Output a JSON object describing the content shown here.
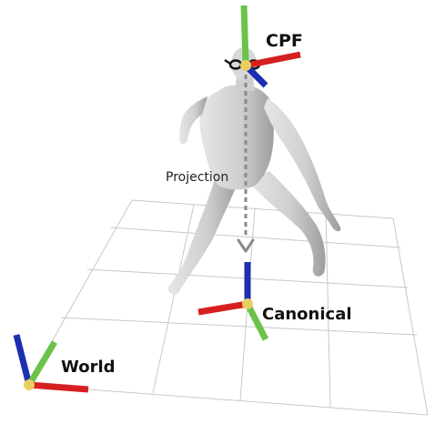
{
  "labels": {
    "cpf": "CPF",
    "projection": "Projection",
    "canonical": "Canonical",
    "world": "World"
  },
  "colors": {
    "axis_x": "#d62020",
    "axis_y": "#6cc24a",
    "axis_z": "#1c2fb0",
    "origin": "#e8d060",
    "grid": "#c8c8c8",
    "body": "#d3d3d3",
    "body_shadow": "#a9a9a9",
    "projection_arrow": "#8a8a8a"
  },
  "icons": {
    "cpf_frame": "coordinate-axes-icon",
    "canonical_frame": "coordinate-axes-icon",
    "world_frame": "coordinate-axes-icon",
    "glasses": "glasses-icon"
  }
}
